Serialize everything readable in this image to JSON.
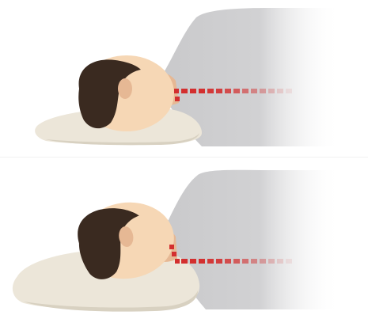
{
  "illustration": {
    "subject": "side-sleeping-pillow-comparison",
    "panels": [
      {
        "pillow": "low-pillow",
        "spine_alignment": "misaligned"
      },
      {
        "pillow": "high-pillow",
        "spine_alignment": "misaligned"
      }
    ],
    "colors": {
      "hair": "#3a2a20",
      "skin": "#f6d7b5",
      "skin_shadow": "#e6b894",
      "pillow": "#ece6d9",
      "pillow_shadow": "#d8d1c1",
      "body": "#c9c9cb",
      "spine_marker": "#d32f2f",
      "background": "#ffffff"
    }
  }
}
